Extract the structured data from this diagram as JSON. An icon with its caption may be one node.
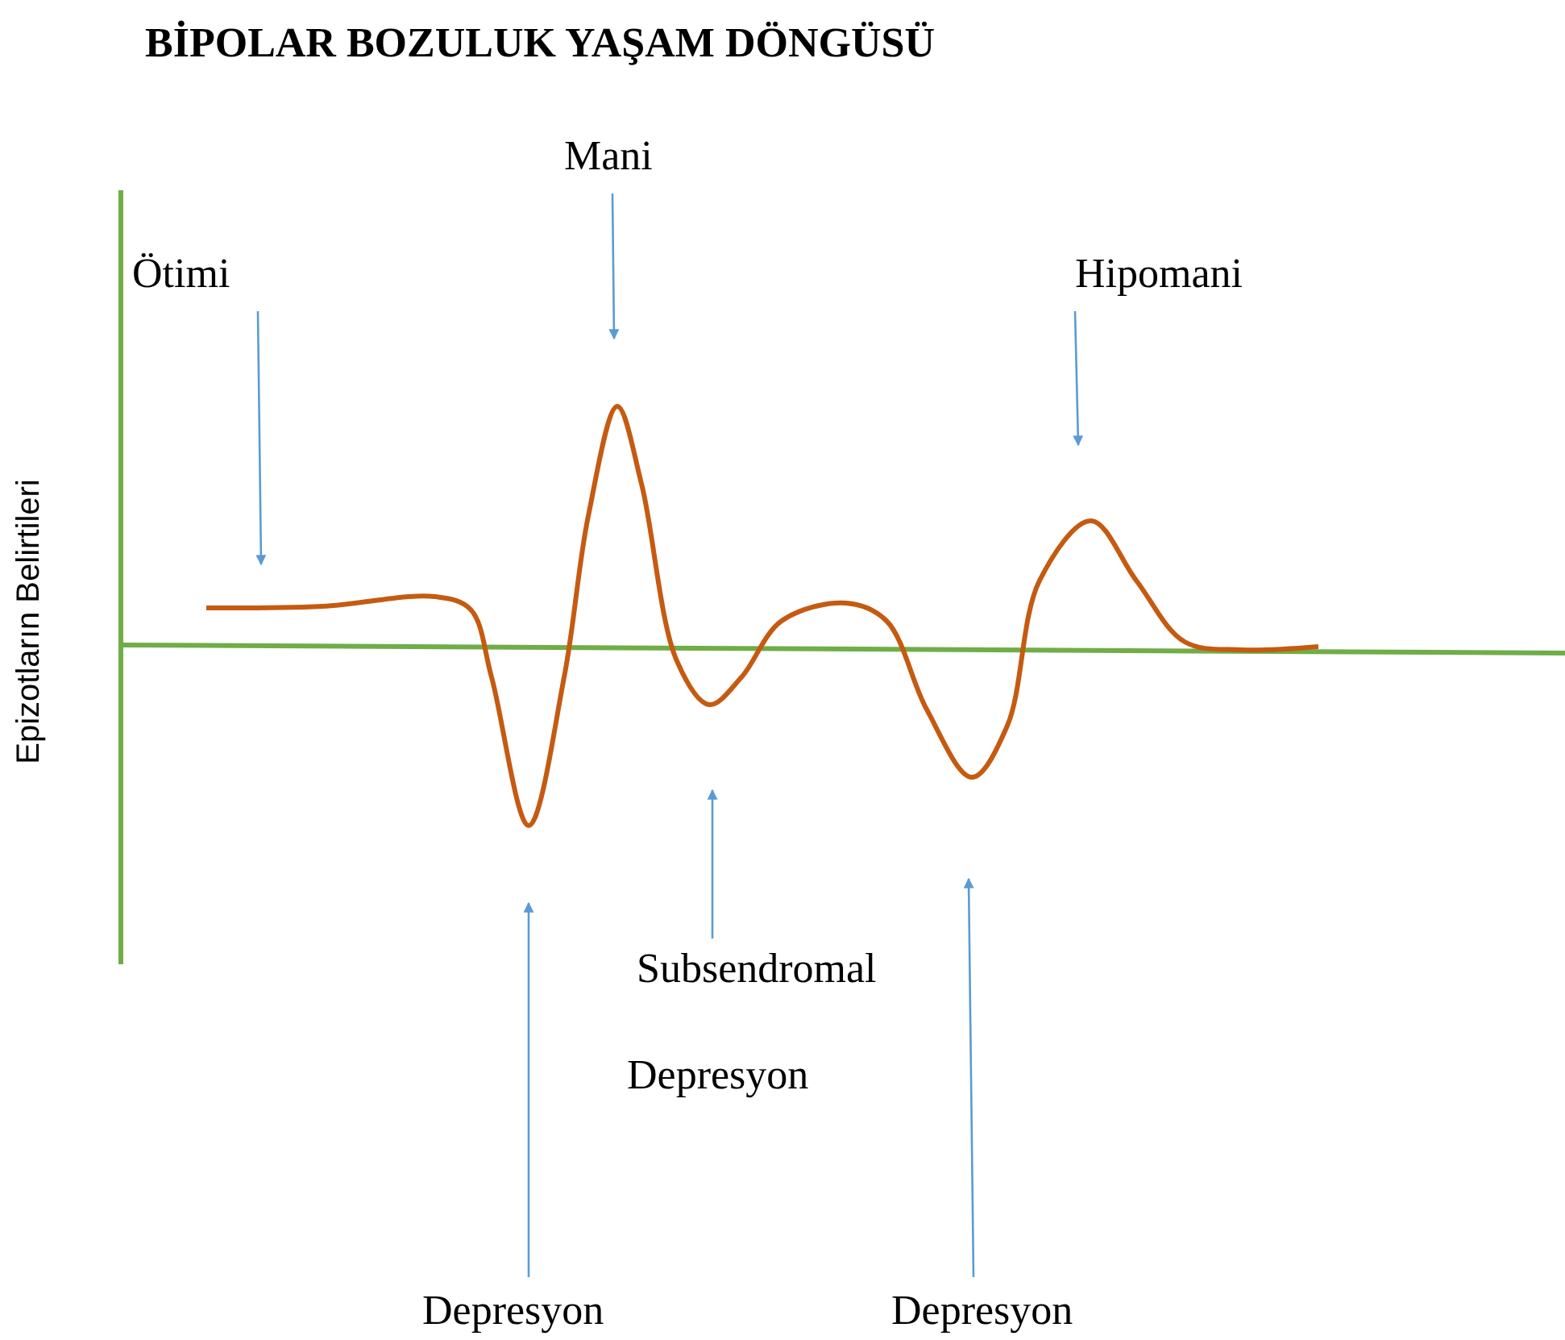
{
  "diagram": {
    "title": "BİPOLAR BOZULUK YAŞAM DÖNGÜSÜ",
    "nodes": [
      {
        "text": [
          "Ötimi"
        ]
      },
      {
        "text": [
          "Mani"
        ]
      },
      {
        "text": [
          "Hipomani"
        ]
      },
      {
        "text": [
          "Subsendromal",
          "Depresyon"
        ]
      },
      {
        "text": [
          "Depresyon"
        ]
      },
      {
        "text": [
          "Depresyon"
        ]
      }
    ],
    "edges": [
      {
        "from": 0,
        "to": null,
        "arrow": "to"
      },
      {
        "from": 1,
        "to": null,
        "arrow": "to"
      },
      {
        "from": 2,
        "to": null,
        "arrow": "to"
      },
      {
        "from": 3,
        "to": null,
        "arrow": "to"
      },
      {
        "from": 4,
        "to": null,
        "arrow": "to"
      },
      {
        "from": 5,
        "to": null,
        "arrow": "to"
      }
    ],
    "labels": [
      "Epizotların Belirtileri"
    ]
  }
}
